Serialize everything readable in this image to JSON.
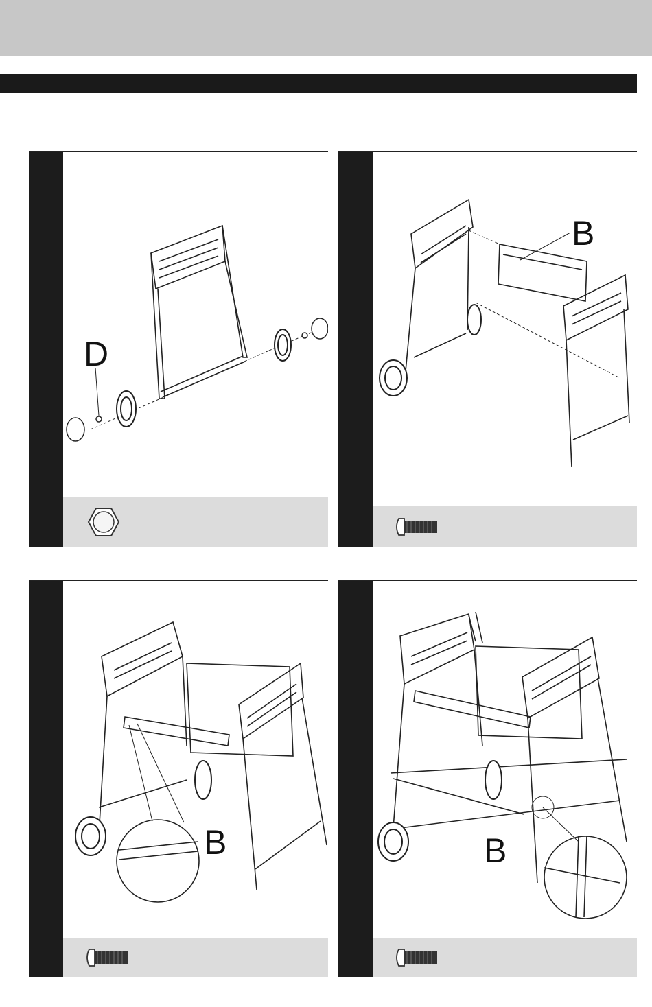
{
  "steps": [
    {
      "id": "step-1",
      "callout": "D",
      "hardware": "hex-nut-icon"
    },
    {
      "id": "step-2",
      "callout": "B",
      "hardware": "bolt-icon"
    },
    {
      "id": "step-3",
      "callout": "B",
      "hardware": "bolt-icon"
    },
    {
      "id": "step-4",
      "callout": "B",
      "hardware": "bolt-icon"
    }
  ],
  "colors": {
    "header_band": "#c7c7c7",
    "title_bar": "#1a1a1a",
    "step_column": "#1c1c1c",
    "hardware_strip": "#dcdcdc"
  }
}
